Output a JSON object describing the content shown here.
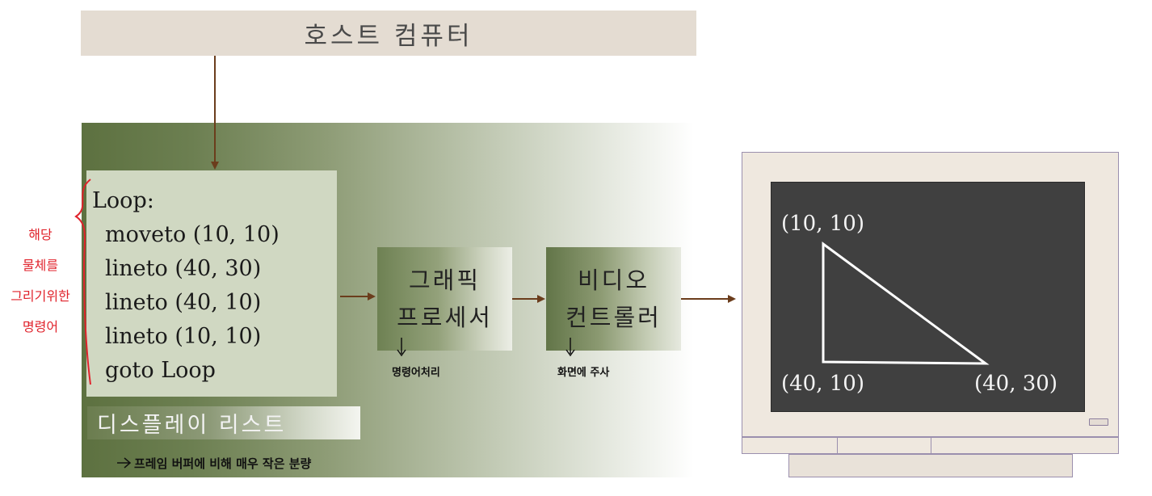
{
  "host": {
    "label": "호스트 컴퓨터"
  },
  "display_list": {
    "code_lines": [
      "Loop:",
      "moveto (10, 10)",
      "lineto (40, 30)",
      "lineto (40, 10)",
      "lineto (10, 10)",
      "goto Loop"
    ],
    "label": "디스플레이 리스트"
  },
  "graphics_processor": {
    "line1": "그래픽",
    "line2": "프로세서"
  },
  "video_controller": {
    "line1": "비디오",
    "line2": "컨트롤러"
  },
  "screen": {
    "label_top_left": "(10, 10)",
    "label_bottom_left": "(40, 10)",
    "label_bottom_right": "(40, 30)"
  },
  "annotations": {
    "red_note_lines": [
      "해당",
      "물체를",
      "그리기위한",
      "명령어"
    ],
    "gp_note": "명령어처리",
    "vc_note": "화면에 주사",
    "display_list_note": "프레임 버퍼에 비해 매우 작은 분량"
  },
  "colors": {
    "arrow": "#6b3d1c",
    "annotation_red": "#e0222b",
    "screen_bg": "#404040",
    "green_dark": "#5d7140"
  }
}
